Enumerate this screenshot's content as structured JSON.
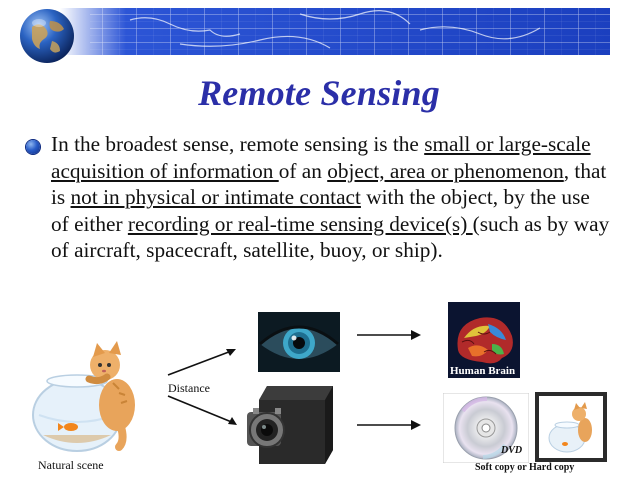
{
  "slide": {
    "title": "Remote Sensing",
    "body": {
      "t1": "In the broadest sense, remote sensing is the ",
      "u1": "small or large-scale acquisition of information ",
      "t2": "of an ",
      "u2": "object, area or phenomenon",
      "t3": ", that is ",
      "u3": "not in physical or intimate contact",
      "t4": " with the object, by the use of either ",
      "u4": "recording or real-time sensing device(s) ",
      "t5": "(such as by way of aircraft, spacecraft, satellite, buoy, or ship)."
    }
  },
  "diagram": {
    "distance_label": "Distance",
    "natural_scene_label": "Natural scene",
    "human_brain_label": "Human Brain",
    "copy_label": "Soft copy or Hard copy",
    "dvd_label": "DVD"
  },
  "colors": {
    "title": "#2b2fa8",
    "banner_blue": "#1f43c9",
    "bullet": "#2a5dc8"
  }
}
